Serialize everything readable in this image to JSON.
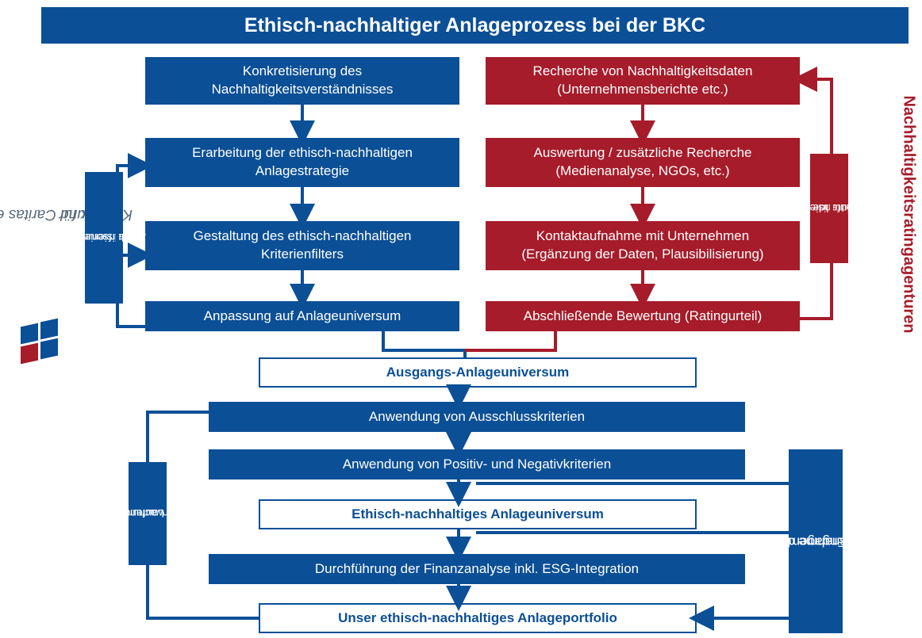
{
  "title": "Ethisch-nachhaltiger Anlageprozess bei der BKC",
  "logo": {
    "line1": "Bank für",
    "line2": "Kirche und Caritas eG"
  },
  "side_title": "Nachhaltigkeitsratingagenturen",
  "left_column": [
    {
      "line1": "Konkretisierung des",
      "line2": "Nachhaltigkeitsverständnisses"
    },
    {
      "line1": "Erarbeitung der ethisch-nachhaltigen",
      "line2": "Anlagestrategie"
    },
    {
      "line1": "Gestaltung des ethisch-nachhaltigen",
      "line2": "Kriterienfilters"
    },
    {
      "line1": "Anpassung auf Anlageuniversum",
      "line2": ""
    }
  ],
  "right_column": [
    {
      "line1": "Recherche von Nachhaltigkeitsdaten",
      "line2": "(Unternehmensberichte etc.)"
    },
    {
      "line1": "Auswertung / zusätzliche Recherche",
      "line2": "(Medienanalyse, NGOs, etc.)"
    },
    {
      "line1": "Kontaktaufnahme mit Unternehmen",
      "line2": "(Ergänzung der Daten, Plausibilisierung)"
    },
    {
      "line1": "Abschließende Bewertung (Ratingurteil)",
      "line2": ""
    }
  ],
  "left_side_label": {
    "line1": "Bedarfsorientierte",
    "line2": "Aktualisierung"
  },
  "right_side_label": {
    "line1": "Laufende",
    "line2": "Aktualisierung"
  },
  "bottom_flow": {
    "ausgangs": "Ausgangs-Anlageuniversum",
    "ausschluss": "Anwendung von Ausschlusskriterien",
    "positiv": "Anwendung von Positiv- und Negativkriterien",
    "ethisch": "Ethisch-nachhaltiges Anlageuniversum",
    "finanz": "Durchführung der Finanzanalyse inkl. ESG-Integration",
    "portfolio": "Unser ethisch-nachhaltiges Anlageportfolio"
  },
  "ueberwachung": {
    "line1": "Laufende",
    "line2": "Überwachung"
  },
  "einfluss": {
    "line1": "Einflussnahme durch",
    "line2": "Engagement"
  },
  "colors": {
    "blue": "#0b4f96",
    "red": "#a61c2a",
    "logo_gray": "#5a6b7d"
  }
}
